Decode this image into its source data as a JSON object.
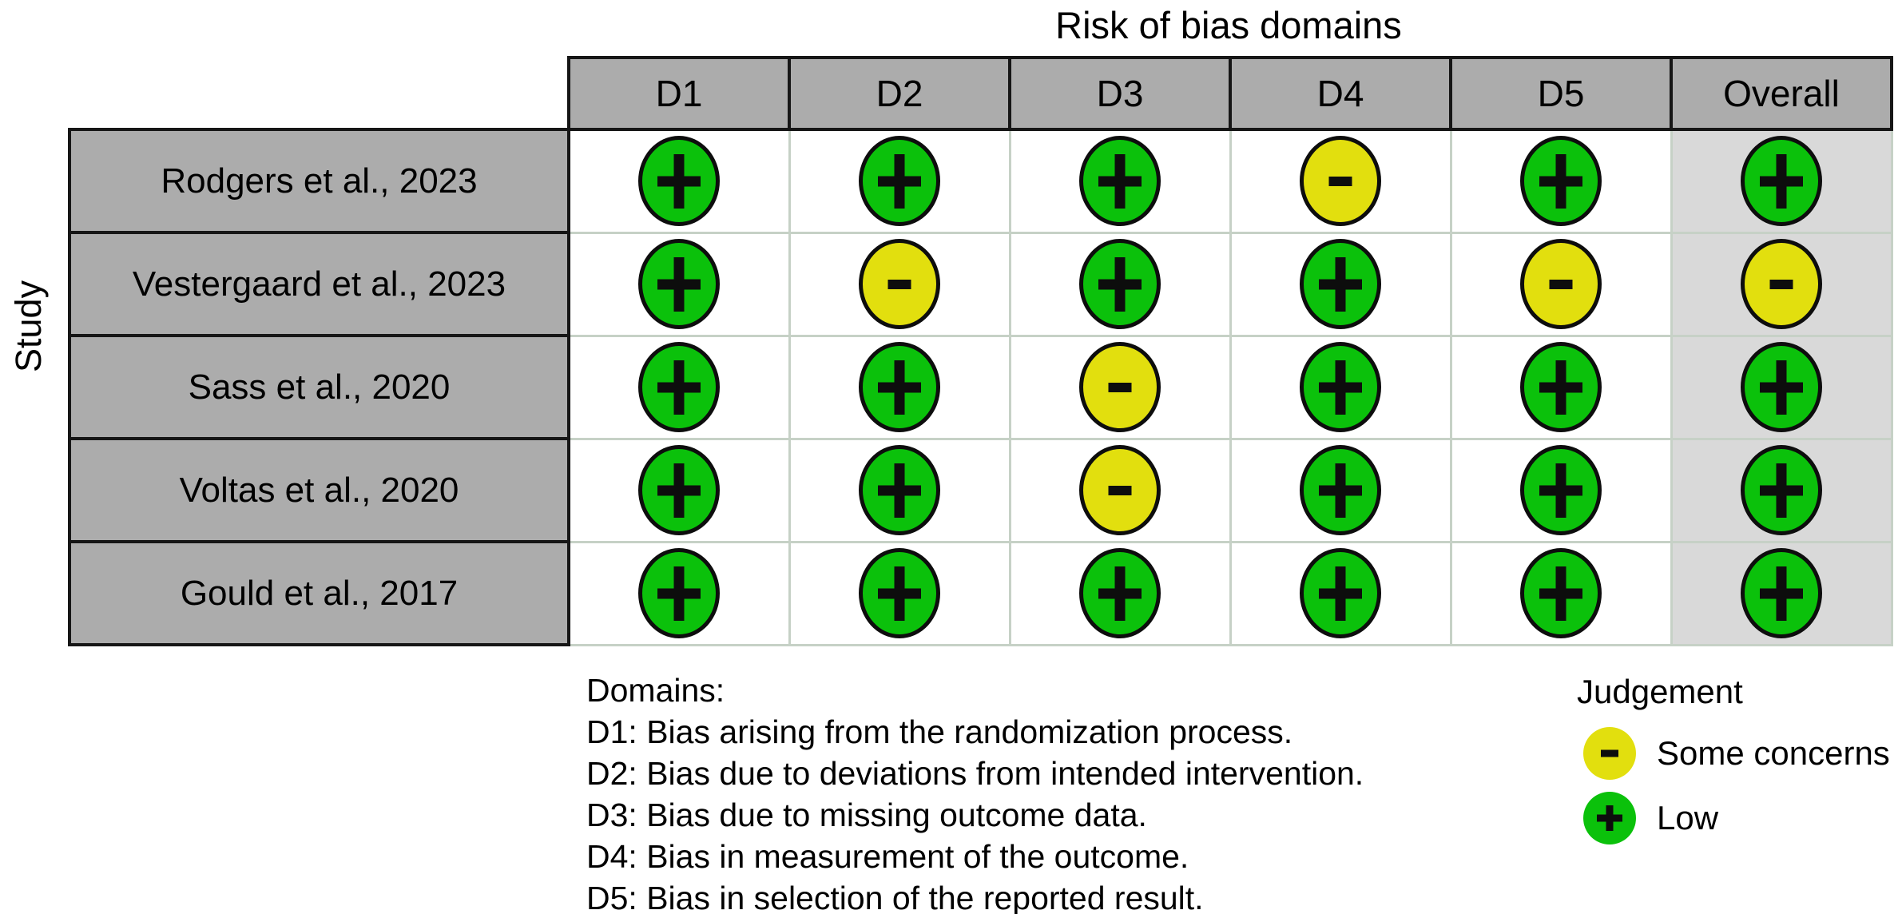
{
  "title": "Risk of bias domains",
  "y_axis_label": "Study",
  "colors": {
    "low": "#0BC10B",
    "some": "#E2DF0E",
    "header_bg": "#ACACAC",
    "overall_bg": "#D9D9D9",
    "symbol": "#0d0d0d"
  },
  "chart_data": {
    "type": "table",
    "subtype": "risk-of-bias-traffic-light",
    "title": "Risk of bias domains",
    "ylabel": "Study",
    "columns": [
      "D1",
      "D2",
      "D3",
      "D4",
      "D5",
      "Overall"
    ],
    "rows": [
      "Rodgers et al., 2023",
      "Vestergaard et al., 2023",
      "Sass et al., 2020",
      "Voltas et al., 2020",
      "Gould et al., 2017"
    ],
    "values": [
      [
        "low",
        "low",
        "low",
        "some",
        "low",
        "low"
      ],
      [
        "low",
        "some",
        "low",
        "low",
        "some",
        "some"
      ],
      [
        "low",
        "low",
        "some",
        "low",
        "low",
        "low"
      ],
      [
        "low",
        "low",
        "some",
        "low",
        "low",
        "low"
      ],
      [
        "low",
        "low",
        "low",
        "low",
        "low",
        "low"
      ]
    ]
  },
  "footnotes": {
    "heading": "Domains:",
    "items": [
      "D1: Bias arising from the randomization process.",
      "D2: Bias due to deviations from intended intervention.",
      "D3: Bias due to missing outcome data.",
      "D4: Bias in measurement of the outcome.",
      "D5: Bias in selection of the reported result."
    ]
  },
  "legend": {
    "title": "Judgement",
    "entries": [
      {
        "key": "some",
        "symbol": "-",
        "label": "Some concerns"
      },
      {
        "key": "low",
        "symbol": "+",
        "label": "Low"
      }
    ]
  }
}
